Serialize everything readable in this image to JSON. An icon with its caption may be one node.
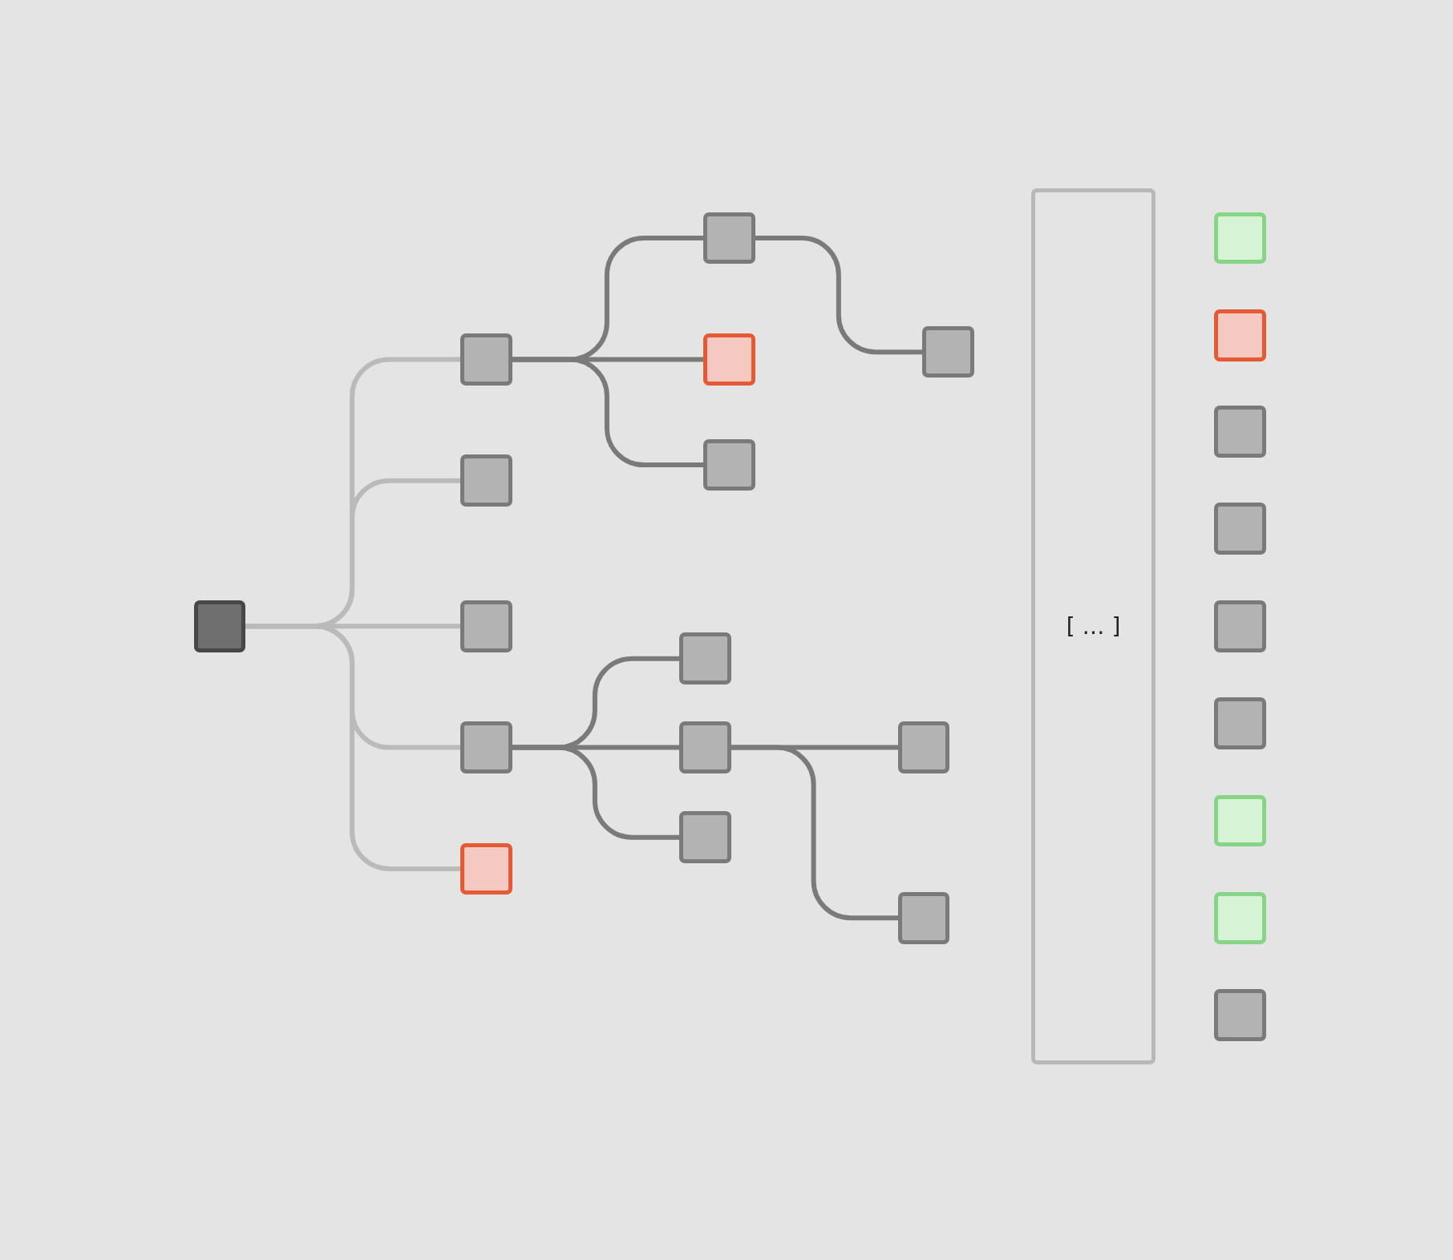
{
  "diagram": {
    "nodes": [
      {
        "text": [],
        "shape": "box"
      },
      {
        "text": [],
        "shape": "box"
      },
      {
        "text": [],
        "shape": "box"
      },
      {
        "text": [],
        "shape": "box"
      },
      {
        "text": [],
        "shape": "box"
      },
      {
        "text": [],
        "shape": "box"
      },
      {
        "text": [],
        "shape": "box"
      },
      {
        "text": [],
        "shape": "box"
      },
      {
        "text": [],
        "shape": "box"
      },
      {
        "text": [],
        "shape": "box"
      },
      {
        "text": [],
        "shape": "box"
      },
      {
        "text": [],
        "shape": "box"
      },
      {
        "text": [],
        "shape": "box"
      },
      {
        "text": [],
        "shape": "box"
      },
      {
        "text": [],
        "shape": "box"
      },
      {
        "text": [
          "[ … ]"
        ]
      },
      {
        "text": [],
        "shape": "box"
      },
      {
        "text": [],
        "shape": "box"
      },
      {
        "text": [],
        "shape": "box"
      },
      {
        "text": [],
        "shape": "box"
      },
      {
        "text": [],
        "shape": "box"
      },
      {
        "text": [],
        "shape": "box"
      },
      {
        "text": [],
        "shape": "box"
      },
      {
        "text": [],
        "shape": "box"
      },
      {
        "text": [],
        "shape": "box"
      }
    ],
    "edges": [
      {
        "from": 0,
        "to": 1,
        "arrow": "none",
        "color": "#bababa"
      },
      {
        "from": 0,
        "to": 2,
        "arrow": "none",
        "color": "#bababa"
      },
      {
        "from": 0,
        "to": 3,
        "arrow": "none",
        "color": "#bababa"
      },
      {
        "from": 0,
        "to": 4,
        "arrow": "none",
        "color": "#bababa"
      },
      {
        "from": 0,
        "to": 5,
        "arrow": "none",
        "color": "#bababa"
      },
      {
        "from": 1,
        "to": 6,
        "arrow": "none"
      },
      {
        "from": 1,
        "to": 7,
        "arrow": "none"
      },
      {
        "from": 1,
        "to": 8,
        "arrow": "none"
      },
      {
        "from": 6,
        "to": 9,
        "arrow": "none"
      },
      {
        "from": 4,
        "to": 10,
        "arrow": "none"
      },
      {
        "from": 4,
        "to": 11,
        "arrow": "none"
      },
      {
        "from": 4,
        "to": 12,
        "arrow": "none"
      },
      {
        "from": 11,
        "to": 13,
        "arrow": "none"
      },
      {
        "from": 11,
        "to": 14,
        "arrow": "none"
      }
    ]
  }
}
